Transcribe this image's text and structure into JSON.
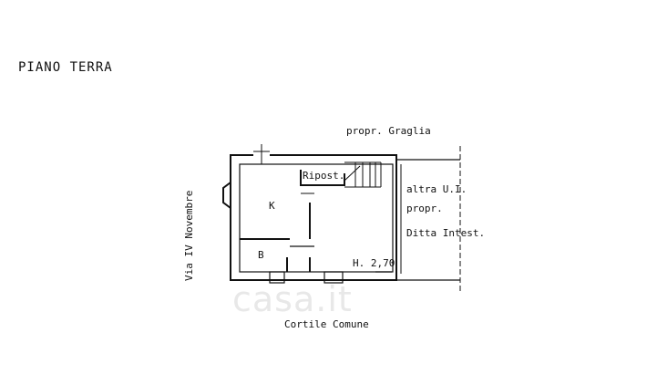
{
  "plan": {
    "floor_title": "PIANO  TERRA",
    "street": "Via IV Novembre",
    "neighbor_top": "propr. Graglia",
    "neighbor_right_1": "altra U.I.",
    "neighbor_right_2": "propr.",
    "neighbor_right_3": "Ditta Intest.",
    "courtyard": "Cortile  Comune",
    "rooms": {
      "kitchen": "K",
      "bathroom": "B",
      "storage": "Ripost."
    },
    "height": "H. 2,70"
  },
  "watermark": "casa.it",
  "colors": {
    "ink": "#111111",
    "watermark": "#d6d6d6"
  }
}
